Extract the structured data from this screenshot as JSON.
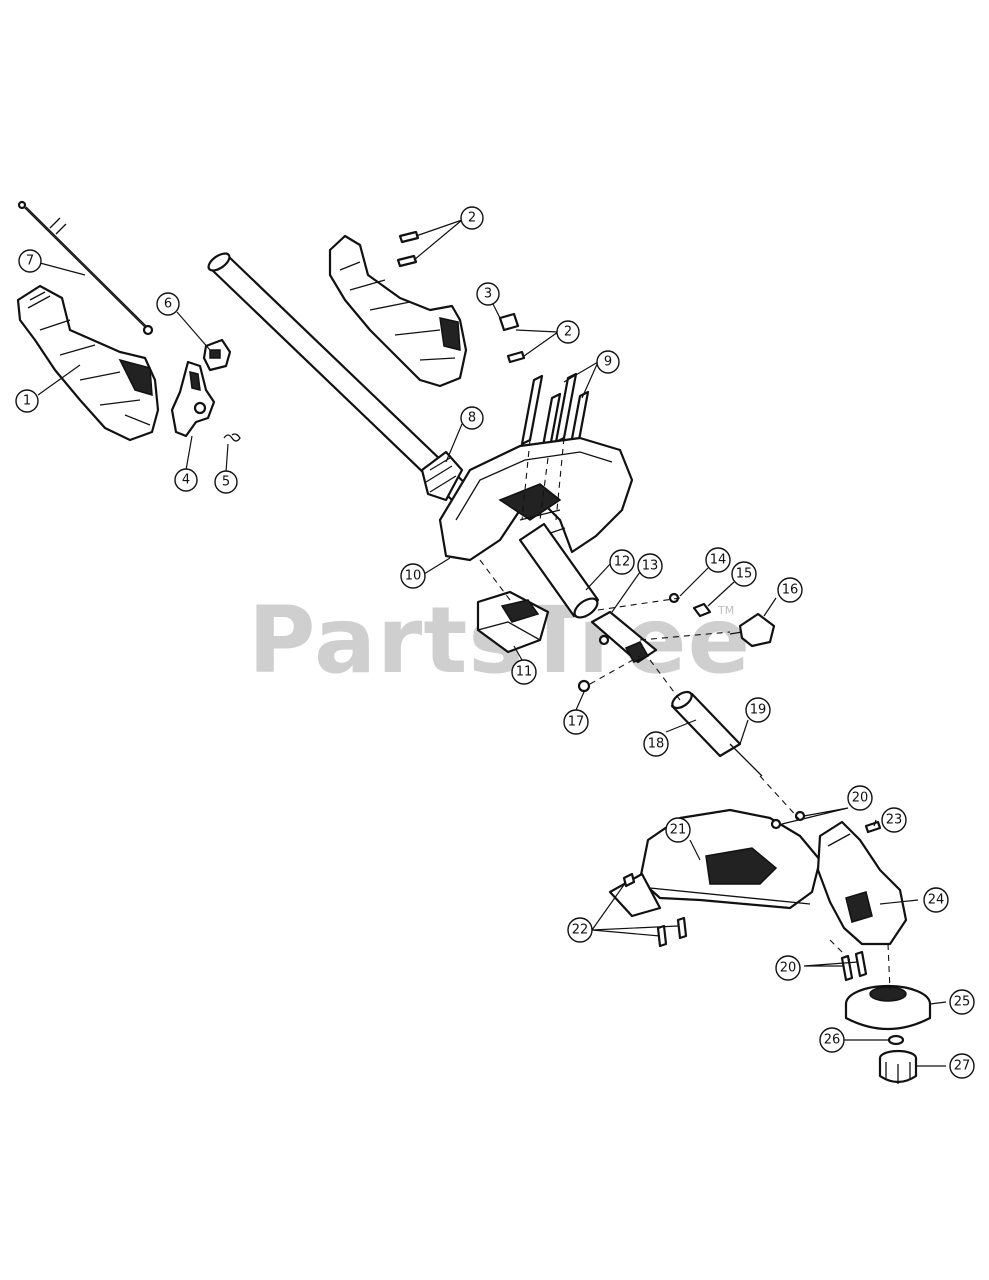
{
  "watermark": {
    "text": "PartsTree",
    "mark": "TM"
  },
  "callouts": [
    "1",
    "2",
    "2",
    "3",
    "4",
    "5",
    "6",
    "7",
    "8",
    "9",
    "10",
    "11",
    "12",
    "13",
    "14",
    "15",
    "16",
    "17",
    "18",
    "19",
    "20",
    "20",
    "21",
    "22",
    "23",
    "24",
    "25",
    "26",
    "27"
  ]
}
